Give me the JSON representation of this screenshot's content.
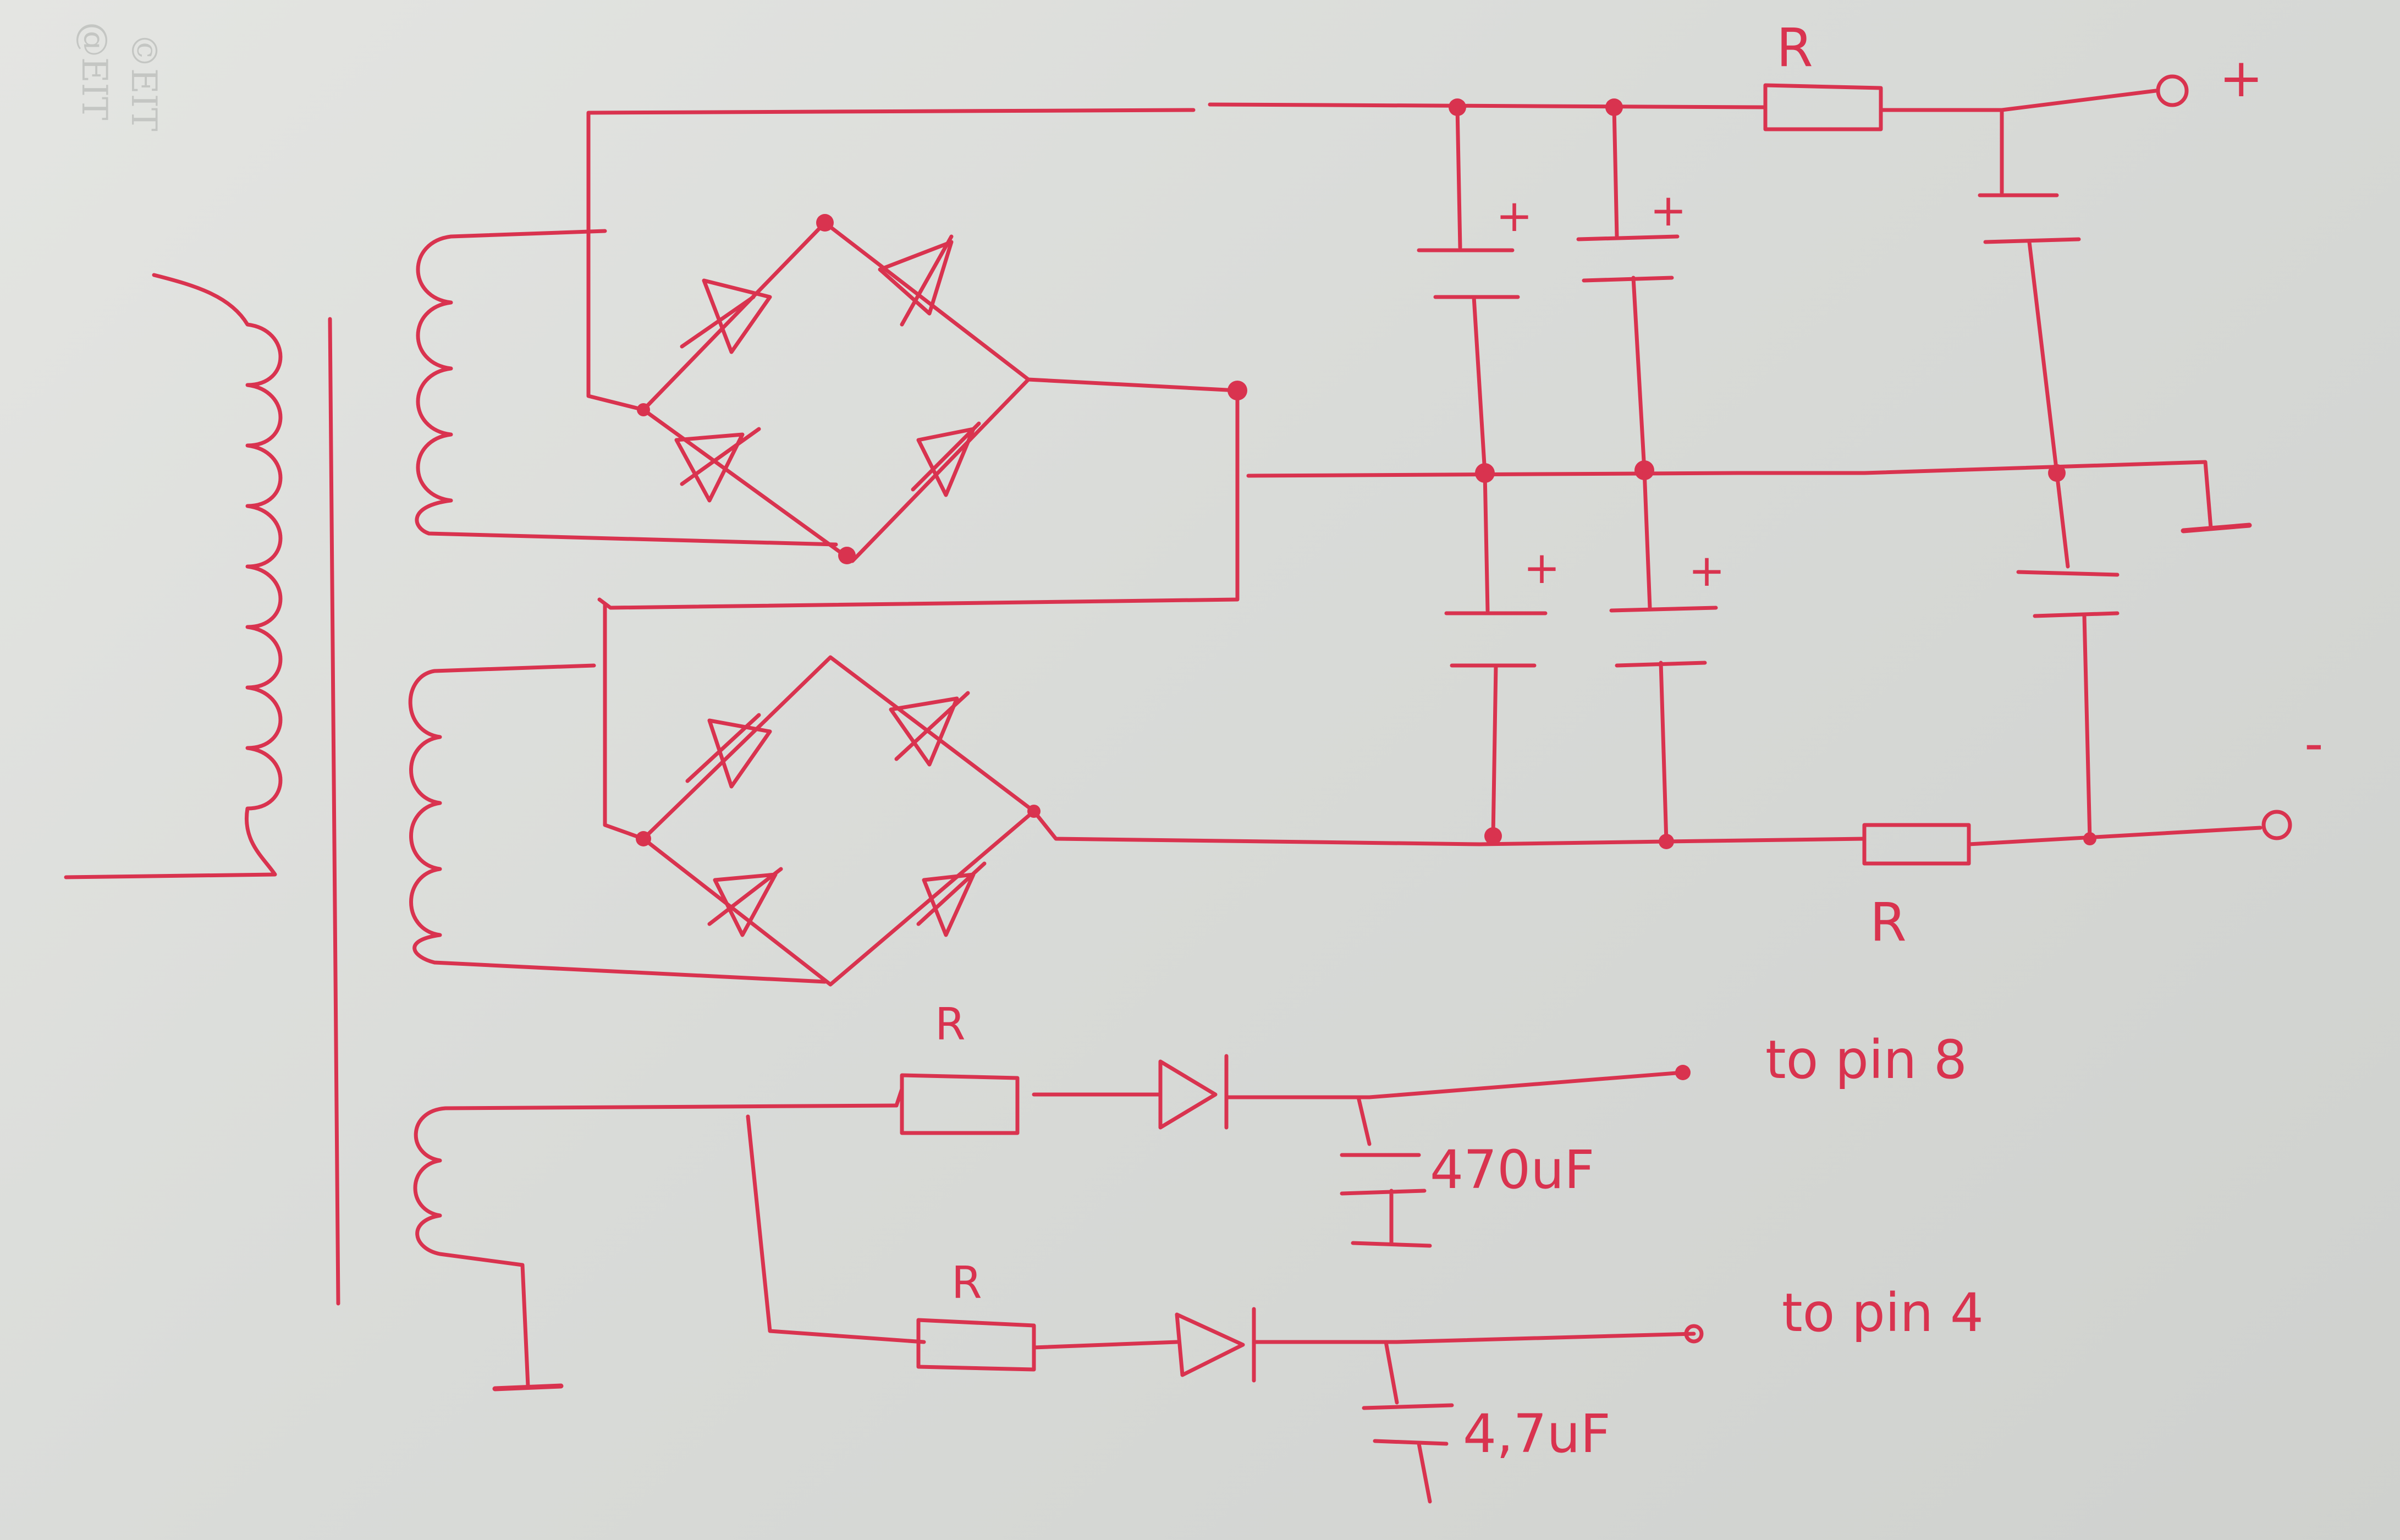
{
  "colors": {
    "ink": "#d9334f",
    "paper": "#dcdedb",
    "watermark": "#c4c6c3"
  },
  "watermark": {
    "line1": "©EIT",
    "line2": "@EIT"
  },
  "labels": {
    "resistor_top": "R",
    "resistor_bottom": "R",
    "resistor_aux1": "R",
    "resistor_aux2": "R",
    "cap_plus": "+",
    "out_plus": "+",
    "out_minus": "-",
    "cap_aux1": "470uF",
    "cap_aux2": "4,7uF",
    "out_pin8": "to pin 8",
    "out_pin4": "to pin 4"
  }
}
